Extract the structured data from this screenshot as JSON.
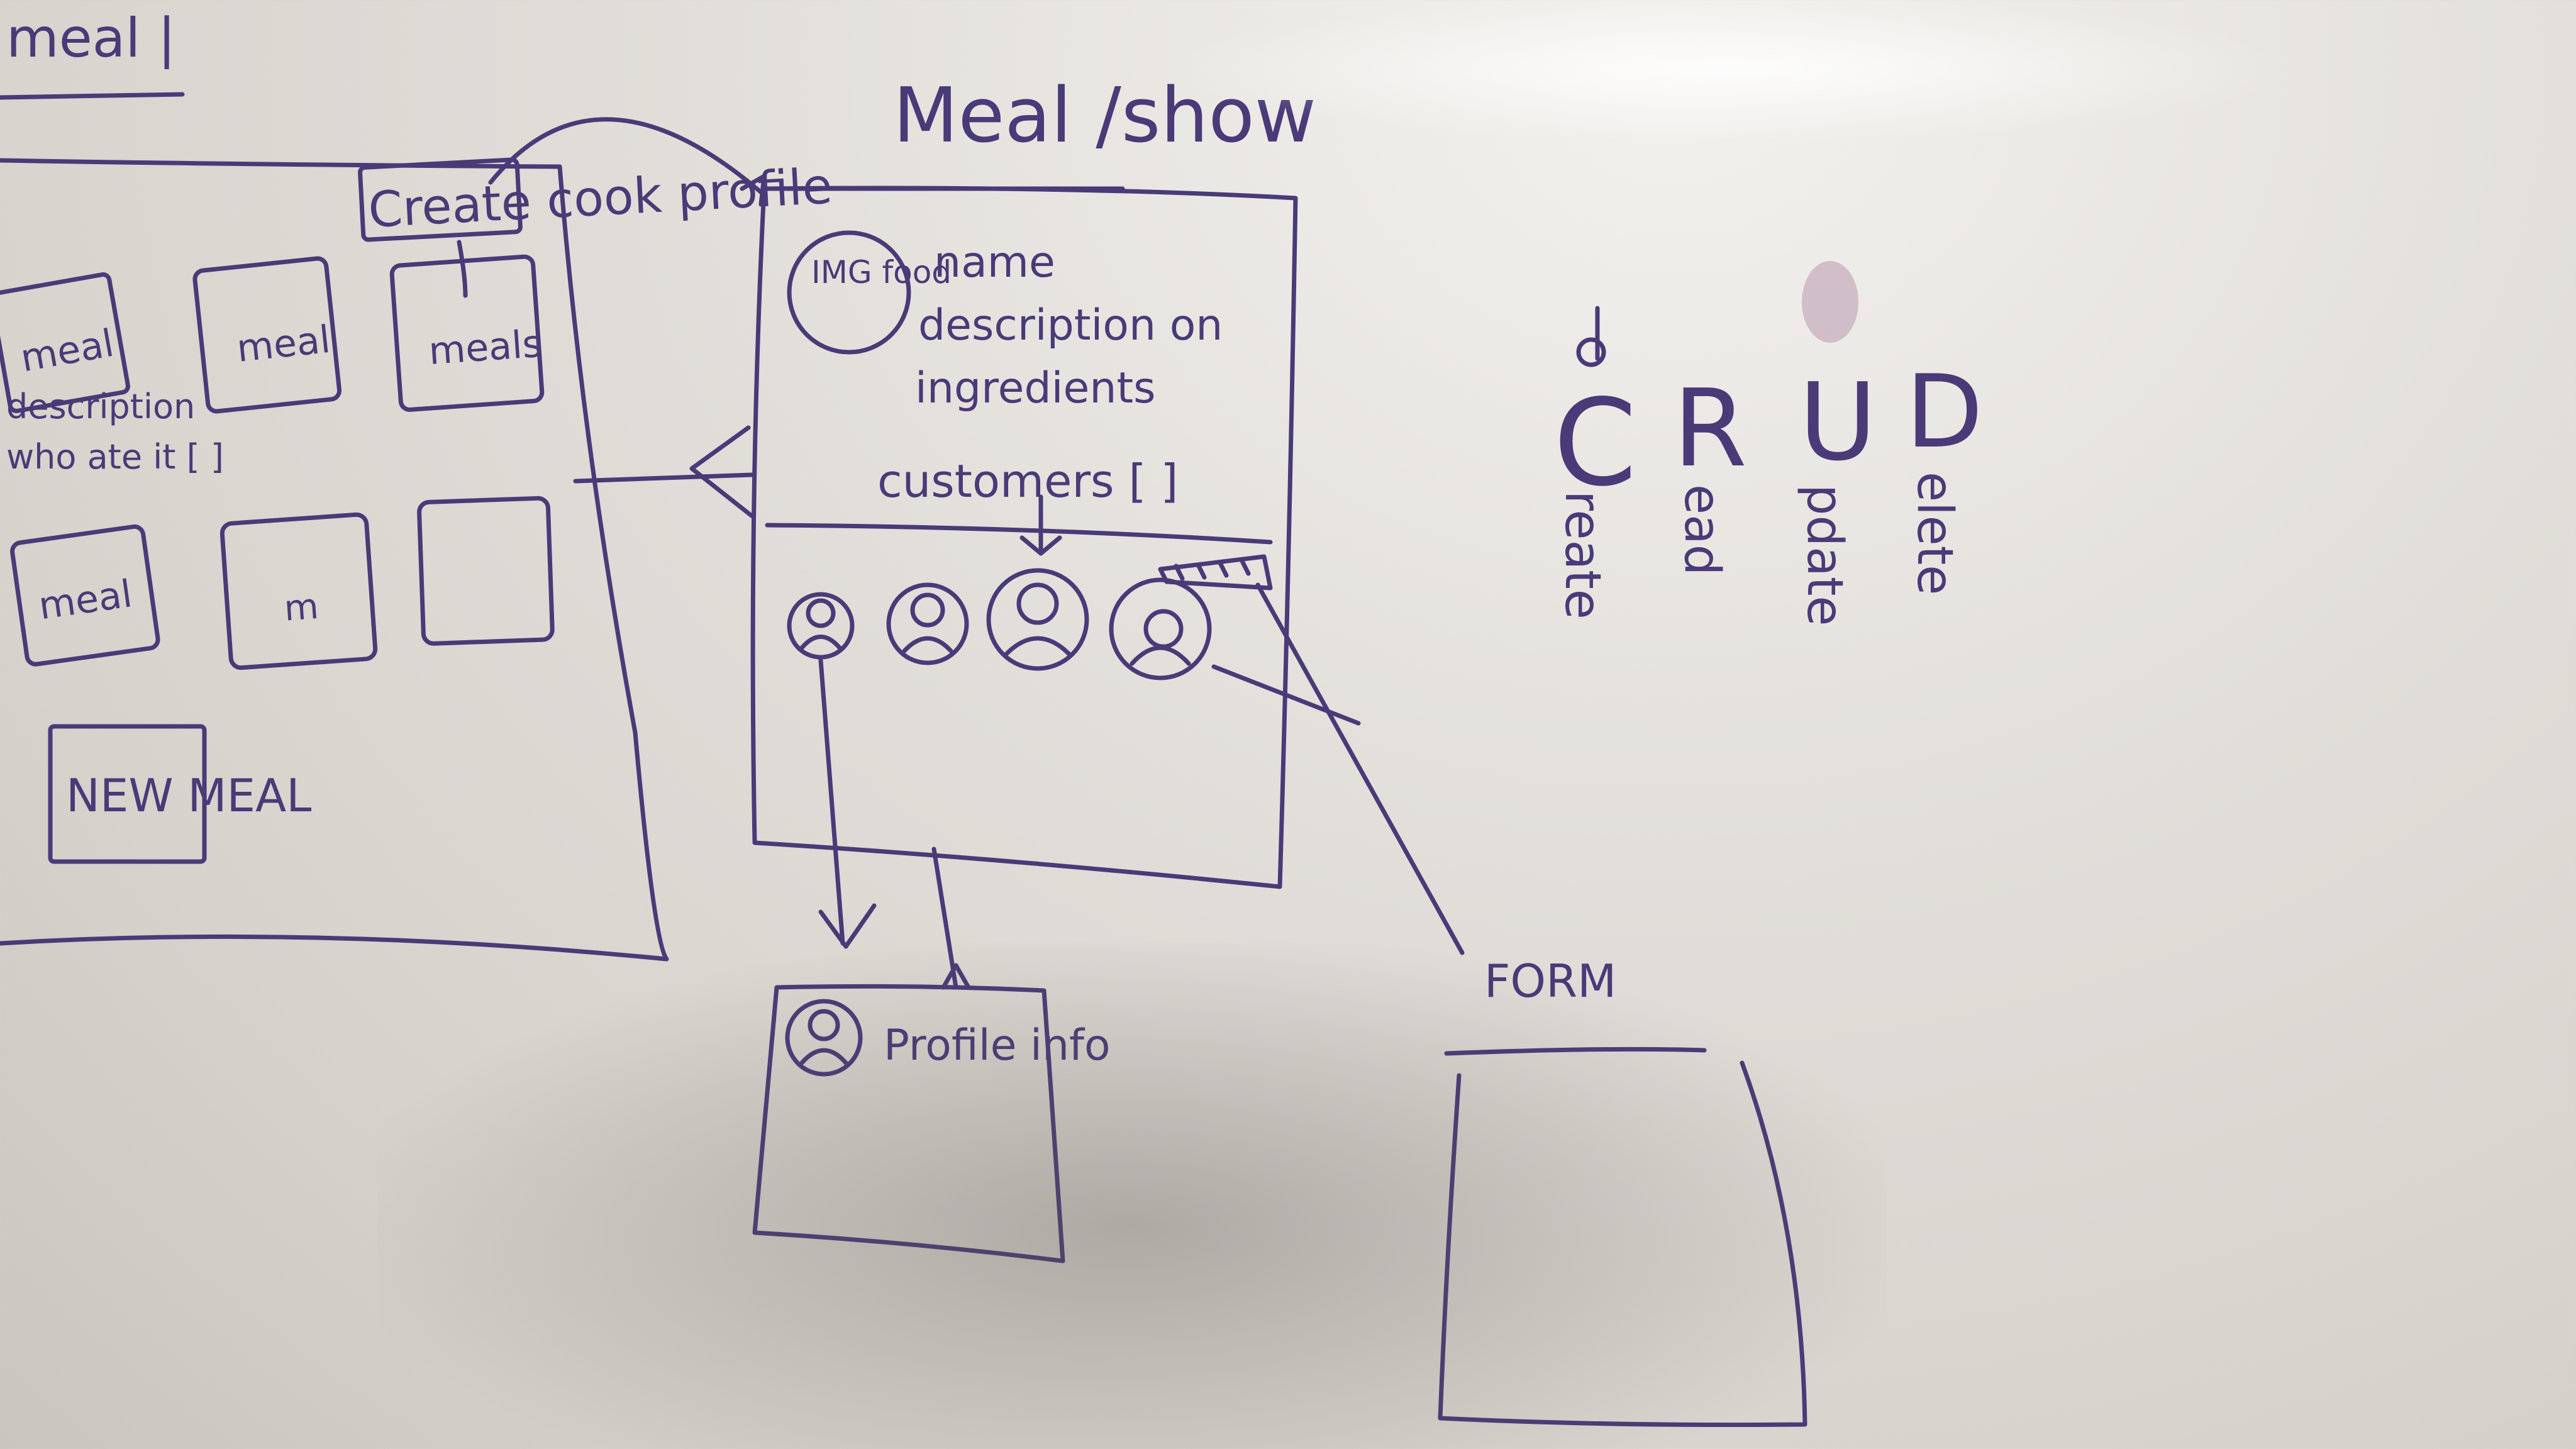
{
  "colors": {
    "marker": "#4a3a78",
    "smudge": "#9a6a8e",
    "board": "#e4e1dc"
  },
  "labels": {
    "corner_title": "meal |",
    "page_title": "Meal /show",
    "create_cook_profile": "Create cook profile",
    "meal_cards": [
      "meal",
      "meal",
      "meals",
      "meal",
      "m",
      ""
    ],
    "card_description": "description",
    "who_ate_it": "who ate it [ ]",
    "new_meal": "NEW MEAL",
    "img_food": "IMG food",
    "name": "name",
    "description_on": "description on",
    "ingredients": "ingredients",
    "customers": "customers [ ]",
    "profile_info": "Profile info",
    "form": "FORM"
  },
  "crud": {
    "letters": [
      "C",
      "R",
      "U",
      "D"
    ],
    "words": [
      "reate",
      "ead",
      "pdate",
      "elete"
    ]
  },
  "icons": {
    "avatar": "person-circle-icon",
    "pencil": "edit-pencil-icon"
  }
}
